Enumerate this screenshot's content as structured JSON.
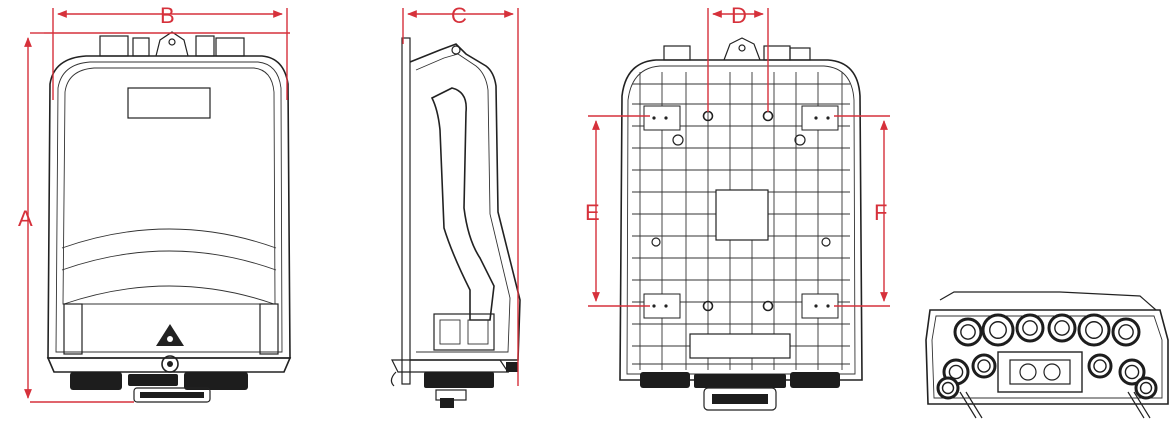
{
  "dimension_labels": {
    "a": "A",
    "b": "B",
    "c": "C",
    "d": "D",
    "e": "E",
    "f": "F"
  },
  "colors": {
    "dimension": "#d6313b",
    "outline": "#222222",
    "background": "#ffffff"
  },
  "icons": {
    "front": "enclosure-front-view-icon",
    "side": "enclosure-side-view-icon",
    "back": "enclosure-back-view-icon",
    "bottom": "enclosure-bottom-view-icon",
    "warning": "laser-warning-triangle-icon"
  }
}
